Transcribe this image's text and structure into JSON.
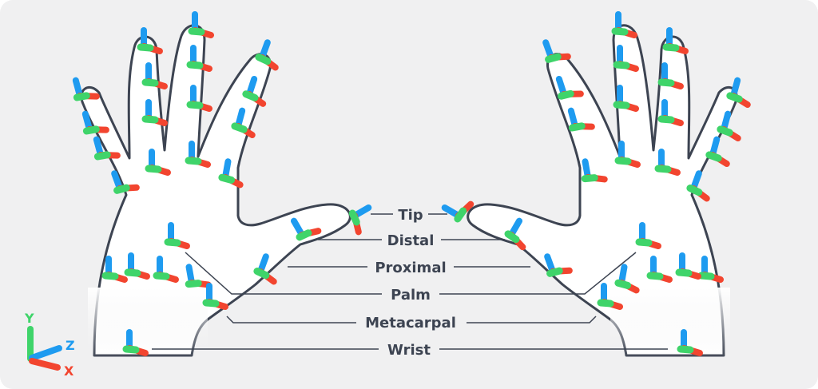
{
  "labels": {
    "tip": "Tip",
    "distal": "Distal",
    "proximal": "Proximal",
    "palm": "Palm",
    "metacarpal": "Metacarpal",
    "wrist": "Wrist"
  },
  "axes": {
    "x": "X",
    "y": "Y",
    "z": "Z"
  },
  "colors": {
    "background": "#f0f0f1",
    "hand_fill": "#ffffff",
    "outline": "#3d4452",
    "label_text": "#3d4452",
    "axis_x": "#f2452f",
    "axis_y": "#3fd46a",
    "axis_z": "#1e9bf0"
  }
}
